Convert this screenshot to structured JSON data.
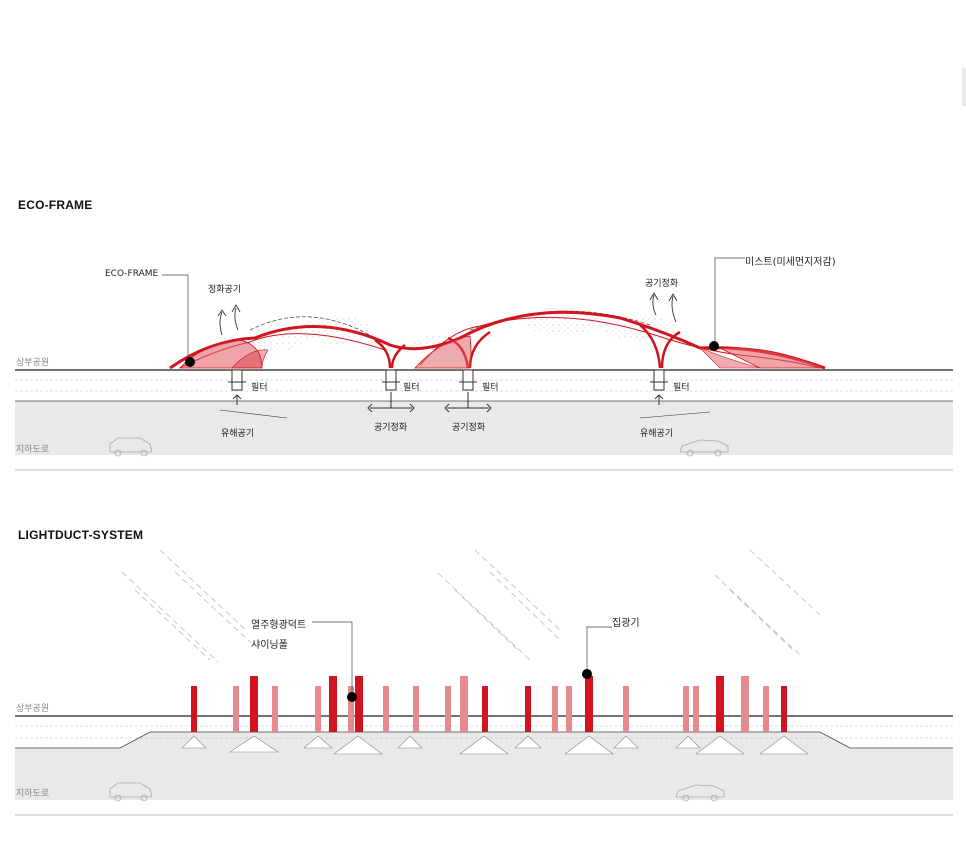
{
  "eco_frame": {
    "title": "ECO-FRAME",
    "upper_park": "상부공원",
    "underground_road": "지하도로",
    "callout_frame": "ECO-FRAME",
    "callout_mist": "미스트(미세먼지저감)",
    "purified_air_1": "정화공기",
    "purified_air_2": "공기정화",
    "filter": "필터",
    "polluted_air": "유해공기",
    "air_purification": "공기정화"
  },
  "lightduct": {
    "title": "LIGHTDUCT-SYSTEM",
    "upper_park": "상부공원",
    "underground_road": "지하도로",
    "callout_duct_line1": "열주형광덕트",
    "callout_duct_line2": "샤이닝폴",
    "callout_collector": "집광기"
  },
  "colors": {
    "accent_red": "#d0151f",
    "light_red": "#e58a8d",
    "road_gray": "#e9e9e9",
    "line": "#222222"
  }
}
